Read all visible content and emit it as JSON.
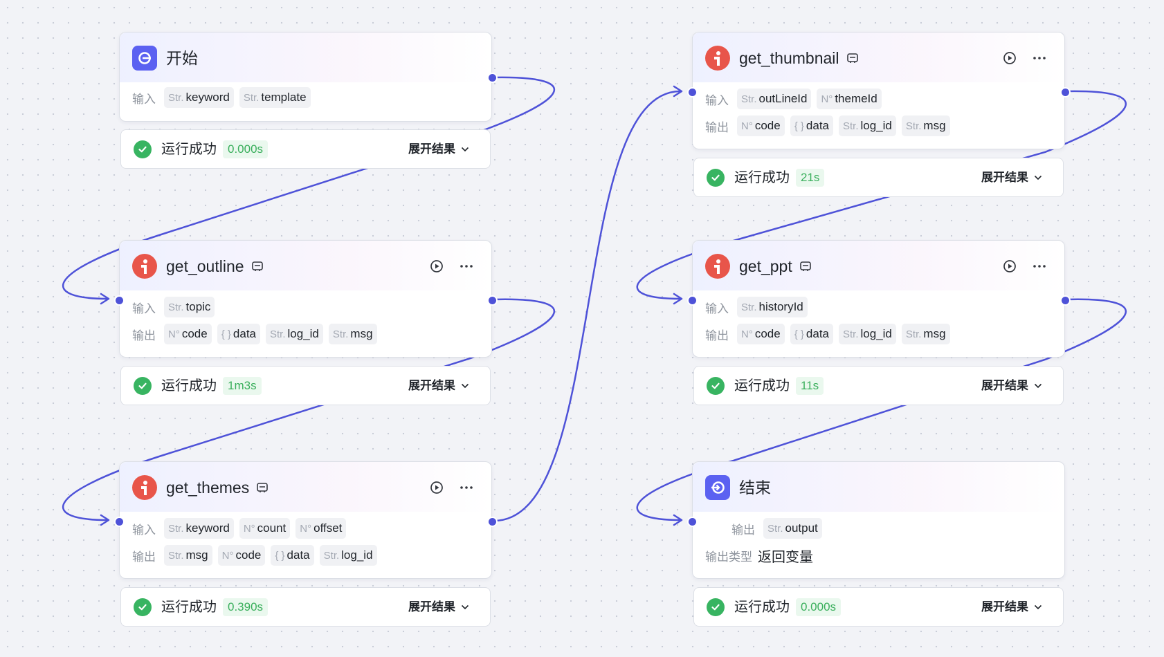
{
  "colors": {
    "accent": "#4e52d8",
    "success": "#38b461",
    "plugin_icon": "#e8554a"
  },
  "labels": {
    "input": "输入",
    "output": "输出",
    "status_ok": "运行成功",
    "expand": "展开结果"
  },
  "nodes": {
    "start": {
      "title": "开始",
      "inputs": [
        {
          "type": "Str.",
          "name": "keyword"
        },
        {
          "type": "Str.",
          "name": "template"
        }
      ],
      "time": "0.000s"
    },
    "get_outline": {
      "title": "get_outline",
      "inputs": [
        {
          "type": "Str.",
          "name": "topic"
        }
      ],
      "outputs": [
        {
          "type": "N°",
          "name": "code"
        },
        {
          "type": "{ }",
          "name": "data"
        },
        {
          "type": "Str.",
          "name": "log_id"
        },
        {
          "type": "Str.",
          "name": "msg"
        }
      ],
      "time": "1m3s"
    },
    "get_themes": {
      "title": "get_themes",
      "inputs": [
        {
          "type": "Str.",
          "name": "keyword"
        },
        {
          "type": "N°",
          "name": "count"
        },
        {
          "type": "N°",
          "name": "offset"
        }
      ],
      "outputs": [
        {
          "type": "Str.",
          "name": "msg"
        },
        {
          "type": "N°",
          "name": "code"
        },
        {
          "type": "{ }",
          "name": "data"
        },
        {
          "type": "Str.",
          "name": "log_id"
        }
      ],
      "time": "0.390s"
    },
    "get_thumbnail": {
      "title": "get_thumbnail",
      "inputs": [
        {
          "type": "Str.",
          "name": "outLineId"
        },
        {
          "type": "N°",
          "name": "themeId"
        }
      ],
      "outputs": [
        {
          "type": "N°",
          "name": "code"
        },
        {
          "type": "{ }",
          "name": "data"
        },
        {
          "type": "Str.",
          "name": "log_id"
        },
        {
          "type": "Str.",
          "name": "msg"
        }
      ],
      "time": "21s"
    },
    "get_ppt": {
      "title": "get_ppt",
      "inputs": [
        {
          "type": "Str.",
          "name": "historyId"
        }
      ],
      "outputs": [
        {
          "type": "N°",
          "name": "code"
        },
        {
          "type": "{ }",
          "name": "data"
        },
        {
          "type": "Str.",
          "name": "log_id"
        },
        {
          "type": "Str.",
          "name": "msg"
        }
      ],
      "time": "11s"
    },
    "end": {
      "title": "结束",
      "outputs": [
        {
          "type": "Str.",
          "name": "output"
        }
      ],
      "output_type_label": "输出类型",
      "output_type_value": "返回变量",
      "time": "0.000s"
    }
  }
}
